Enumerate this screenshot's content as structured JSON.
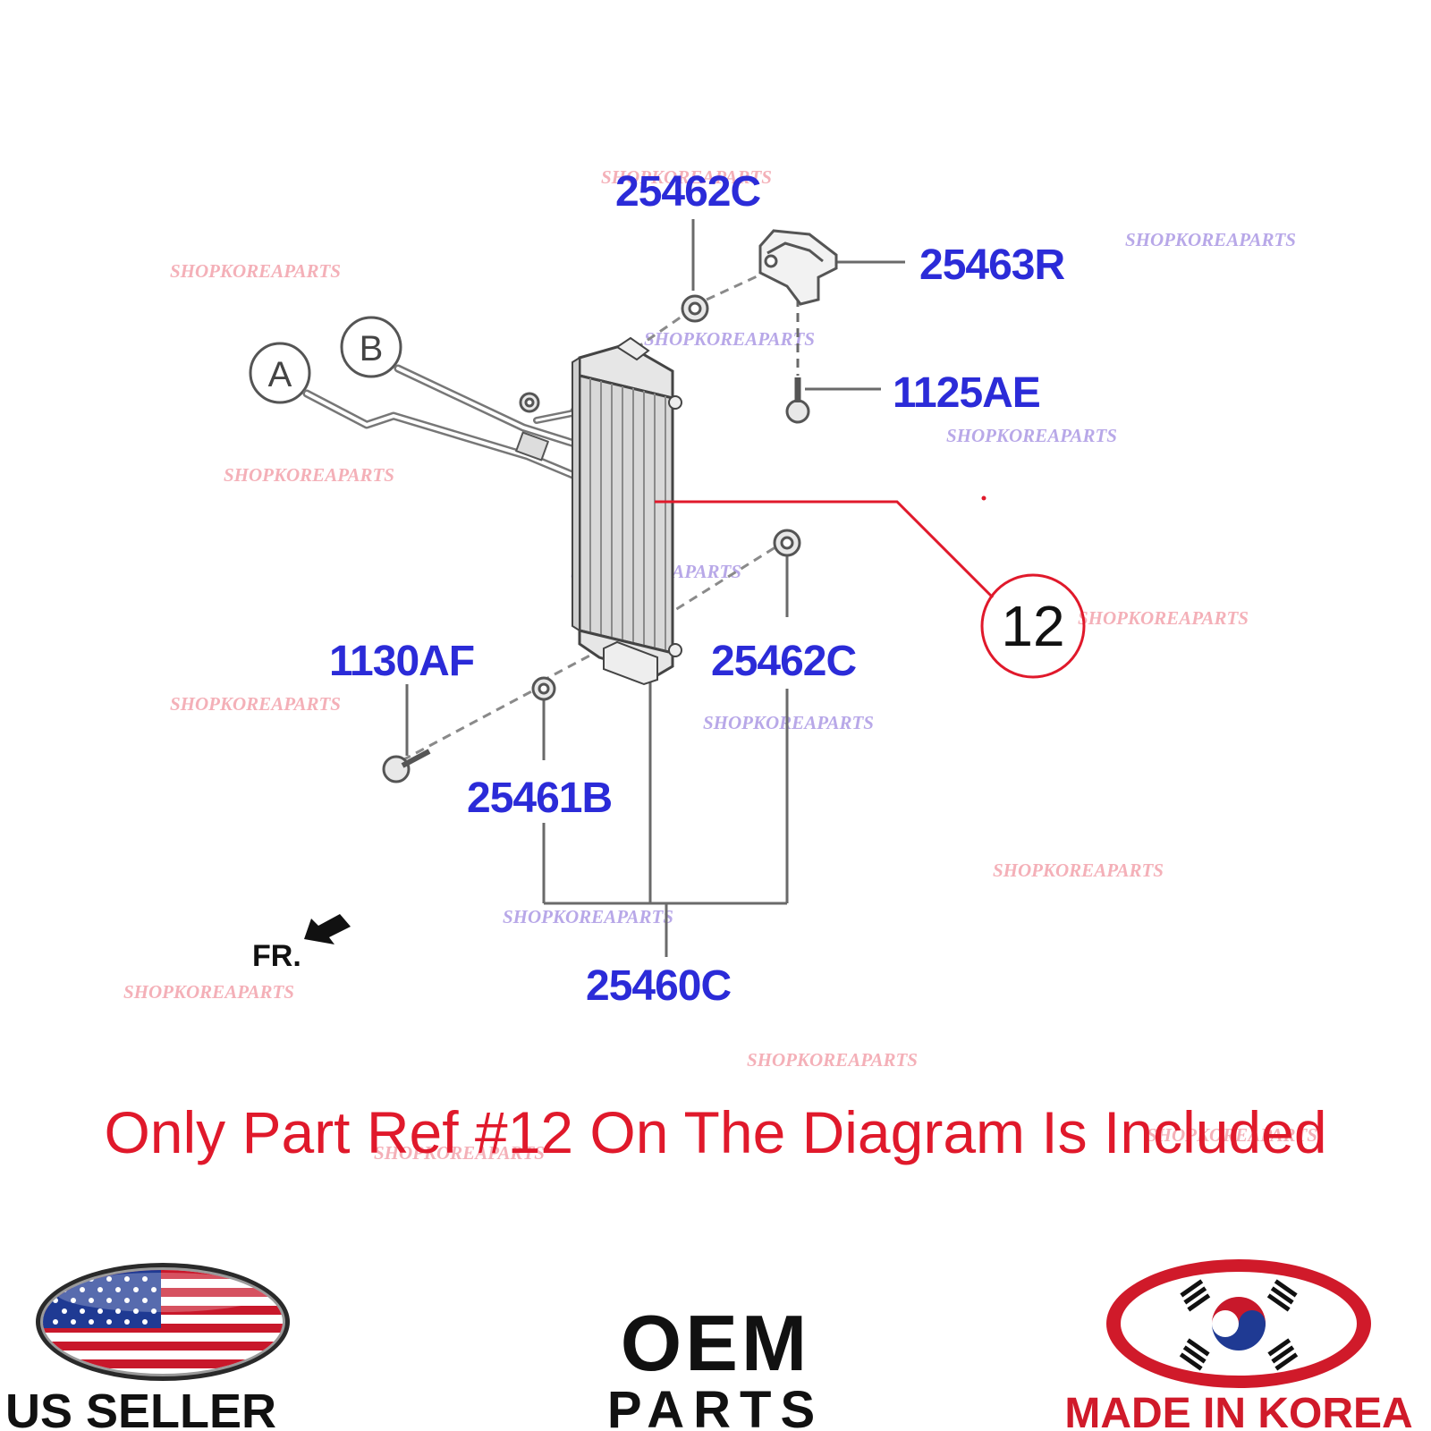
{
  "colors": {
    "label": "#2b2bd8",
    "watermark_pink": "#f4b0b8",
    "watermark_purple": "#b8a8e8",
    "callout": "#e0192b",
    "notice": "#e0192b",
    "line": "#6a6a6a",
    "badge_dark": "#111111",
    "korea_red": "#d01a2a"
  },
  "diagram": {
    "part_labels": {
      "top_bracket_clip": "25462C",
      "bracket": "25463R",
      "bracket_bolt": "1125AE",
      "lower_bolt": "1130AF",
      "lower_clip": "25462C",
      "lower_mount": "25461B",
      "assembly": "25460C"
    },
    "connectors": [
      "A",
      "B"
    ],
    "callout_number": "12",
    "front_marker": "FR.",
    "watermark_text": "SHOPKOREAPARTS"
  },
  "notice": "Only Part Ref #12 On The Diagram Is Included",
  "badges": {
    "us": {
      "text": "US SELLER",
      "icon": "us-flag-icon"
    },
    "oem": {
      "line1": "OEM",
      "line2": "PARTS"
    },
    "korea": {
      "text": "MADE IN KOREA",
      "icon": "korea-flag-icon"
    }
  }
}
